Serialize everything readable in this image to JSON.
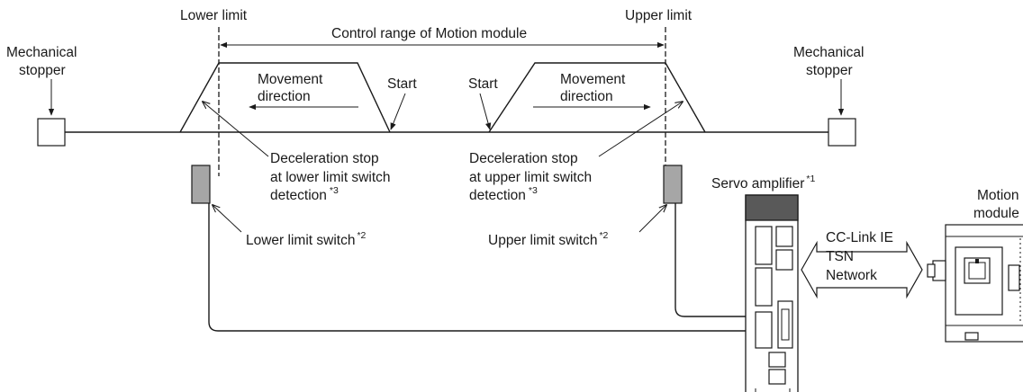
{
  "labels": {
    "lower_limit": "Lower limit",
    "upper_limit": "Upper limit",
    "control_range": "Control range of Motion module",
    "mech_stopper_left_1": "Mechanical",
    "mech_stopper_left_2": "stopper",
    "mech_stopper_right_1": "Mechanical",
    "mech_stopper_right_2": "stopper",
    "movement_left_1": "Movement",
    "movement_left_2": "direction",
    "movement_right_1": "Movement",
    "movement_right_2": "direction",
    "start_left": "Start",
    "start_right": "Start",
    "decel_lower_1": "Deceleration stop",
    "decel_lower_2": "at lower limit switch",
    "decel_lower_3": "detection",
    "decel_lower_sup": "*3",
    "decel_upper_1": "Deceleration stop",
    "decel_upper_2": "at upper limit switch",
    "decel_upper_3": "detection",
    "decel_upper_sup": "*3",
    "lower_switch": "Lower limit switch",
    "lower_switch_sup": "*2",
    "upper_switch": "Upper limit switch",
    "upper_switch_sup": "*2",
    "servo_amp": "Servo amplifier",
    "servo_amp_sup": "*1",
    "motion_module_1": "Motion",
    "motion_module_2": "module",
    "network_1": "CC-Link IE",
    "network_2": "TSN",
    "network_3": "Network"
  },
  "colors": {
    "switch_fill": "#a6a6a6",
    "amp_header": "#595959",
    "line": "#1a1a1a"
  }
}
